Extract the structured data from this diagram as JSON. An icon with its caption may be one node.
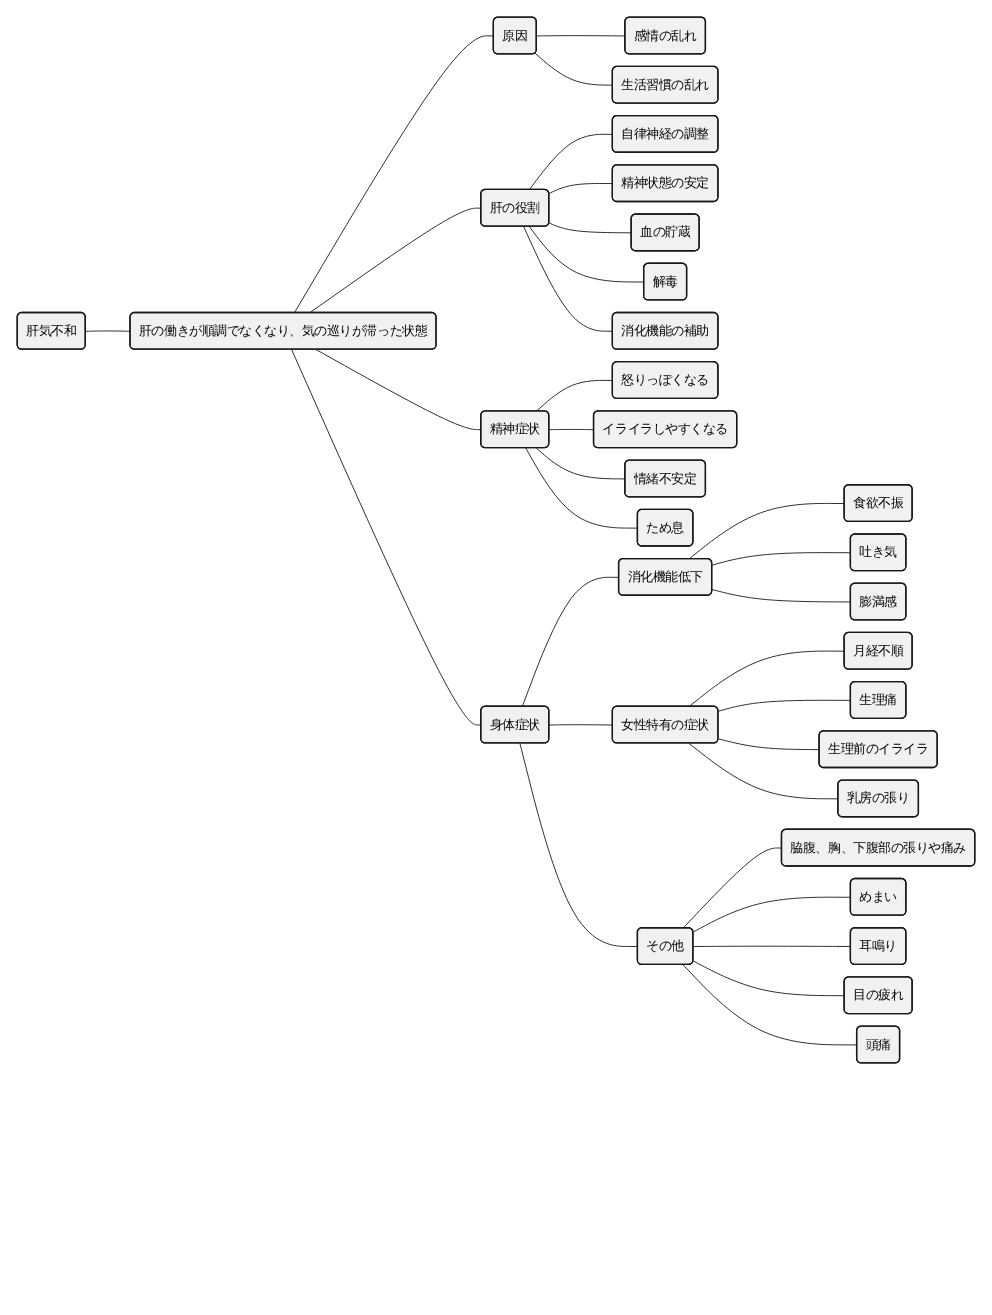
{
  "diagram": {
    "nodes": [
      {
        "text": [
          "肝気不和"
        ]
      },
      {
        "text": [
          "肝の働きが順調でなくなり、気の巡りが滞った状態"
        ]
      },
      {
        "text": [
          "原因"
        ]
      },
      {
        "text": [
          "感情の乱れ"
        ]
      },
      {
        "text": [
          "生活習慣の乱れ"
        ]
      },
      {
        "text": [
          "肝の役割"
        ]
      },
      {
        "text": [
          "自律神経の調整"
        ]
      },
      {
        "text": [
          "精神状態の安定"
        ]
      },
      {
        "text": [
          "血の貯蔵"
        ]
      },
      {
        "text": [
          "解毒"
        ]
      },
      {
        "text": [
          "消化機能の補助"
        ]
      },
      {
        "text": [
          "精神症状"
        ]
      },
      {
        "text": [
          "怒りっぽくなる"
        ]
      },
      {
        "text": [
          "イライラしやすくなる"
        ]
      },
      {
        "text": [
          "情緒不安定"
        ]
      },
      {
        "text": [
          "ため息"
        ]
      },
      {
        "text": [
          "身体症状"
        ]
      },
      {
        "text": [
          "消化機能低下"
        ]
      },
      {
        "text": [
          "食欲不振"
        ]
      },
      {
        "text": [
          "吐き気"
        ]
      },
      {
        "text": [
          "膨満感"
        ]
      },
      {
        "text": [
          "女性特有の症状"
        ]
      },
      {
        "text": [
          "月経不順"
        ]
      },
      {
        "text": [
          "生理痛"
        ]
      },
      {
        "text": [
          "生理前のイライラ"
        ]
      },
      {
        "text": [
          "乳房の張り"
        ]
      },
      {
        "text": [
          "その他"
        ]
      },
      {
        "text": [
          "脇腹、胸、下腹部の張りや痛み"
        ]
      },
      {
        "text": [
          "めまい"
        ]
      },
      {
        "text": [
          "耳鳴り"
        ]
      },
      {
        "text": [
          "目の疲れ"
        ]
      },
      {
        "text": [
          "頭痛"
        ]
      }
    ],
    "edges": [
      {
        "from": 0,
        "to": 1,
        "arrow": "none"
      },
      {
        "from": 1,
        "to": 2,
        "arrow": "none"
      },
      {
        "from": 2,
        "to": 3,
        "arrow": "none"
      },
      {
        "from": 2,
        "to": 4,
        "arrow": "none"
      },
      {
        "from": 1,
        "to": 5,
        "arrow": "none"
      },
      {
        "from": 5,
        "to": 6,
        "arrow": "none"
      },
      {
        "from": 5,
        "to": 7,
        "arrow": "none"
      },
      {
        "from": 5,
        "to": 8,
        "arrow": "none"
      },
      {
        "from": 5,
        "to": 9,
        "arrow": "none"
      },
      {
        "from": 5,
        "to": 10,
        "arrow": "none"
      },
      {
        "from": 1,
        "to": 11,
        "arrow": "none"
      },
      {
        "from": 11,
        "to": 12,
        "arrow": "none"
      },
      {
        "from": 11,
        "to": 13,
        "arrow": "none"
      },
      {
        "from": 11,
        "to": 14,
        "arrow": "none"
      },
      {
        "from": 11,
        "to": 15,
        "arrow": "none"
      },
      {
        "from": 1,
        "to": 16,
        "arrow": "none"
      },
      {
        "from": 16,
        "to": 17,
        "arrow": "none"
      },
      {
        "from": 17,
        "to": 18,
        "arrow": "none"
      },
      {
        "from": 17,
        "to": 19,
        "arrow": "none"
      },
      {
        "from": 17,
        "to": 20,
        "arrow": "none"
      },
      {
        "from": 16,
        "to": 21,
        "arrow": "none"
      },
      {
        "from": 21,
        "to": 22,
        "arrow": "none"
      },
      {
        "from": 21,
        "to": 23,
        "arrow": "none"
      },
      {
        "from": 21,
        "to": 24,
        "arrow": "none"
      },
      {
        "from": 21,
        "to": 25,
        "arrow": "none"
      },
      {
        "from": 16,
        "to": 26,
        "arrow": "none"
      },
      {
        "from": 26,
        "to": 27,
        "arrow": "none"
      },
      {
        "from": 26,
        "to": 28,
        "arrow": "none"
      },
      {
        "from": 26,
        "to": 29,
        "arrow": "none"
      },
      {
        "from": 26,
        "to": 30,
        "arrow": "none"
      },
      {
        "from": 26,
        "to": 31,
        "arrow": "none"
      }
    ]
  }
}
